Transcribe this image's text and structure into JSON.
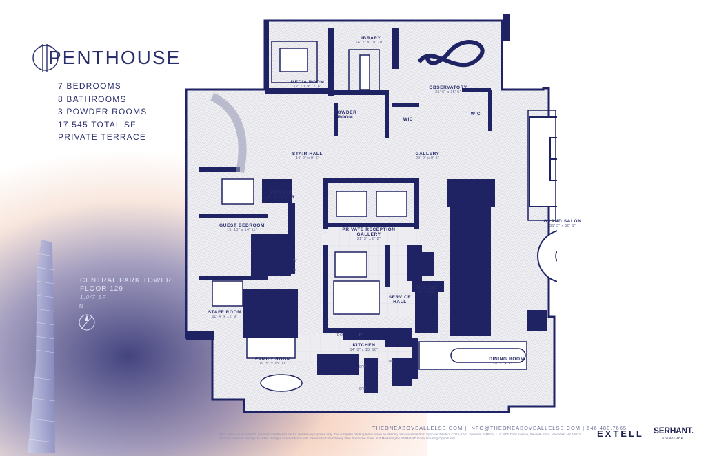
{
  "header": {
    "brand_title": "PENTHOUSE"
  },
  "specs": [
    "7 BEDROOMS",
    "8 BATHROOMS",
    "3 POWDER ROOMS",
    "17,545 TOTAL SF",
    "PRIVATE TERRACE"
  ],
  "tower_caption": {
    "line1": "CENTRAL PARK TOWER",
    "line2": "FLOOR 129",
    "line3": "1,0/7 SF"
  },
  "compass": {
    "label": "N"
  },
  "rooms": [
    {
      "name": "LIBRARY",
      "dim": "14' 2\" x 18' 10\""
    },
    {
      "name": "MEDIA ROOM",
      "dim": "12' 10\" x 17' 6\""
    },
    {
      "name": "OBSERVATORY",
      "dim": "35' 6\" x 15' 5\""
    },
    {
      "name": "POWDER ROOM",
      "dim": ""
    },
    {
      "name": "WIC",
      "dim": ""
    },
    {
      "name": "WIC",
      "dim": ""
    },
    {
      "name": "STAIR HALL",
      "dim": "14' 0\" x 9' 5\""
    },
    {
      "name": "GALLERY",
      "dim": "29' 0\" x 9' 5\""
    },
    {
      "name": "PRIVATE ELEVATOR",
      "dim": ""
    },
    {
      "name": "GUEST BEDROOM",
      "dim": "15' 10\" x 14' 11\""
    },
    {
      "name": "PRIVATE RECEPTION GALLERY",
      "dim": "21' 3\" x 8' 8\""
    },
    {
      "name": "GRAND SALON",
      "dim": "31' 3\" x 50' 5\""
    },
    {
      "name": "REFUSE ROOM",
      "dim": ""
    },
    {
      "name": "SERVICE HALL",
      "dim": ""
    },
    {
      "name": "STAFF ROOM",
      "dim": "11' 4\" x 12' 9\""
    },
    {
      "name": "KITCHEN",
      "dim": "14' 5\" x 15' 10\""
    },
    {
      "name": "FAMILY ROOM",
      "dim": "19' 5\" x 15' 11\""
    },
    {
      "name": "DINING ROOM",
      "dim": "20' 7\" x 15' 11\""
    }
  ],
  "fixture_labels": {
    "dw1": "DW",
    "dw2": "DW",
    "w": "W",
    "w2": "W",
    "wd": "W/",
    "do": "DO",
    "r": "R"
  },
  "footer": {
    "contact": "THEONEABOVEALLELSE.COM  |  INFO@THEONEABOVEALLELSE.COM  |  646.480.7665",
    "disclaimer": "Floor plans/measurements are approximate and are for illustrative purposes only. The complete offering terms are in an offering plan available from Sponsor. File No. CD15-0240. Sponsor: 5MREIII, LLC, 805 Third Avenue, Seventh Floor, New York, NY 10022. Sponsor reserves the right to make changes in accordance with the terms of the Offering Plan. Exclusive Sales and Marketing by SERHANT. Equal Housing Opportunity.",
    "brand_extell": "EXTELL",
    "brand_serhant": "SERHANT.",
    "brand_serhant_sub": "SIGNATURE"
  },
  "colors": {
    "ink": "#2a2e6b",
    "wall": "#1f2263",
    "floor_fill": "#e9e9ee"
  }
}
